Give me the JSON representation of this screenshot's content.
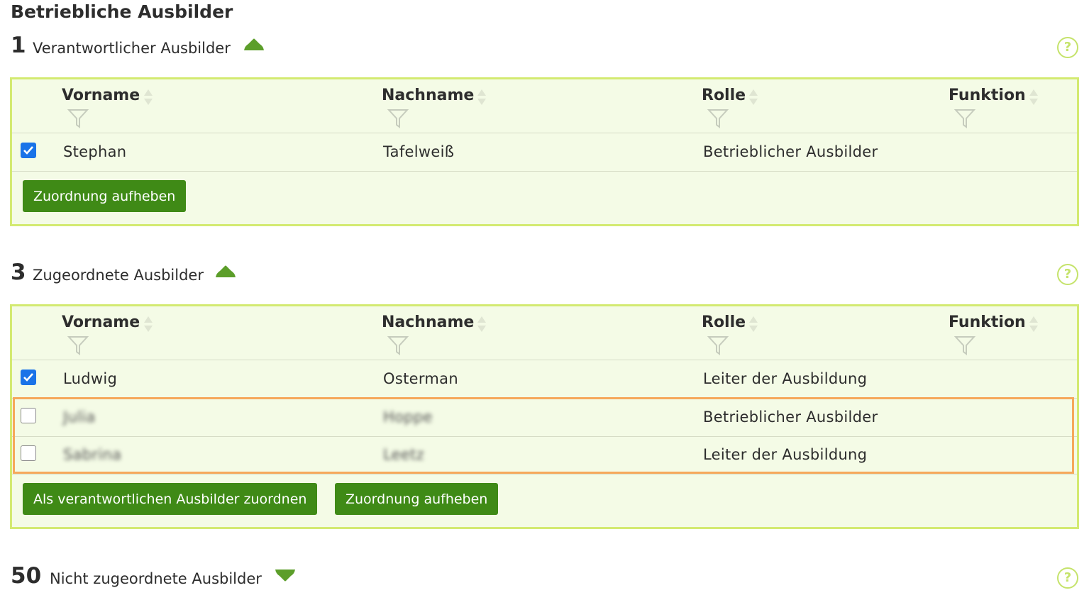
{
  "page": {
    "title": "Betriebliche Ausbilder"
  },
  "columns": [
    "Vorname",
    "Nachname",
    "Rolle",
    "Funktion"
  ],
  "sections": [
    {
      "count": "1",
      "label": "Verantwortlicher Ausbilder",
      "expanded": true,
      "rows": [
        {
          "checked": true,
          "vorname": "Stephan",
          "nachname": "Tafelweiß",
          "rolle": "Betrieblicher Ausbilder",
          "funktion": ""
        }
      ],
      "buttons": [
        "Zuordnung aufheben"
      ]
    },
    {
      "count": "3",
      "label": "Zugeordnete Ausbilder",
      "expanded": true,
      "rows": [
        {
          "checked": true,
          "vorname": "Ludwig",
          "nachname": "Osterman",
          "rolle": "Leiter der Ausbildung",
          "funktion": ""
        },
        {
          "checked": false,
          "vorname": "Julia",
          "nachname": "Hoppe",
          "rolle": "Betrieblicher Ausbilder",
          "funktion": "",
          "blurred": true
        },
        {
          "checked": false,
          "vorname": "Sabrina",
          "nachname": "Leetz",
          "rolle": "Leiter der Ausbildung",
          "funktion": "",
          "blurred": true
        }
      ],
      "buttons": [
        "Als verantwortlichen Ausbilder zuordnen",
        "Zuordnung aufheben"
      ]
    },
    {
      "count": "50",
      "label": "Nicht zugeordnete Ausbilder",
      "expanded": false
    }
  ],
  "help_icon_glyph": "?",
  "colors": {
    "accent_green": "#3f8a16",
    "panel_bg": "#f4fbe6",
    "panel_border": "#d3ea71",
    "highlight": "#f6a85b",
    "checkbox": "#1a73e8",
    "toggle_green": "#5c9e2a"
  }
}
